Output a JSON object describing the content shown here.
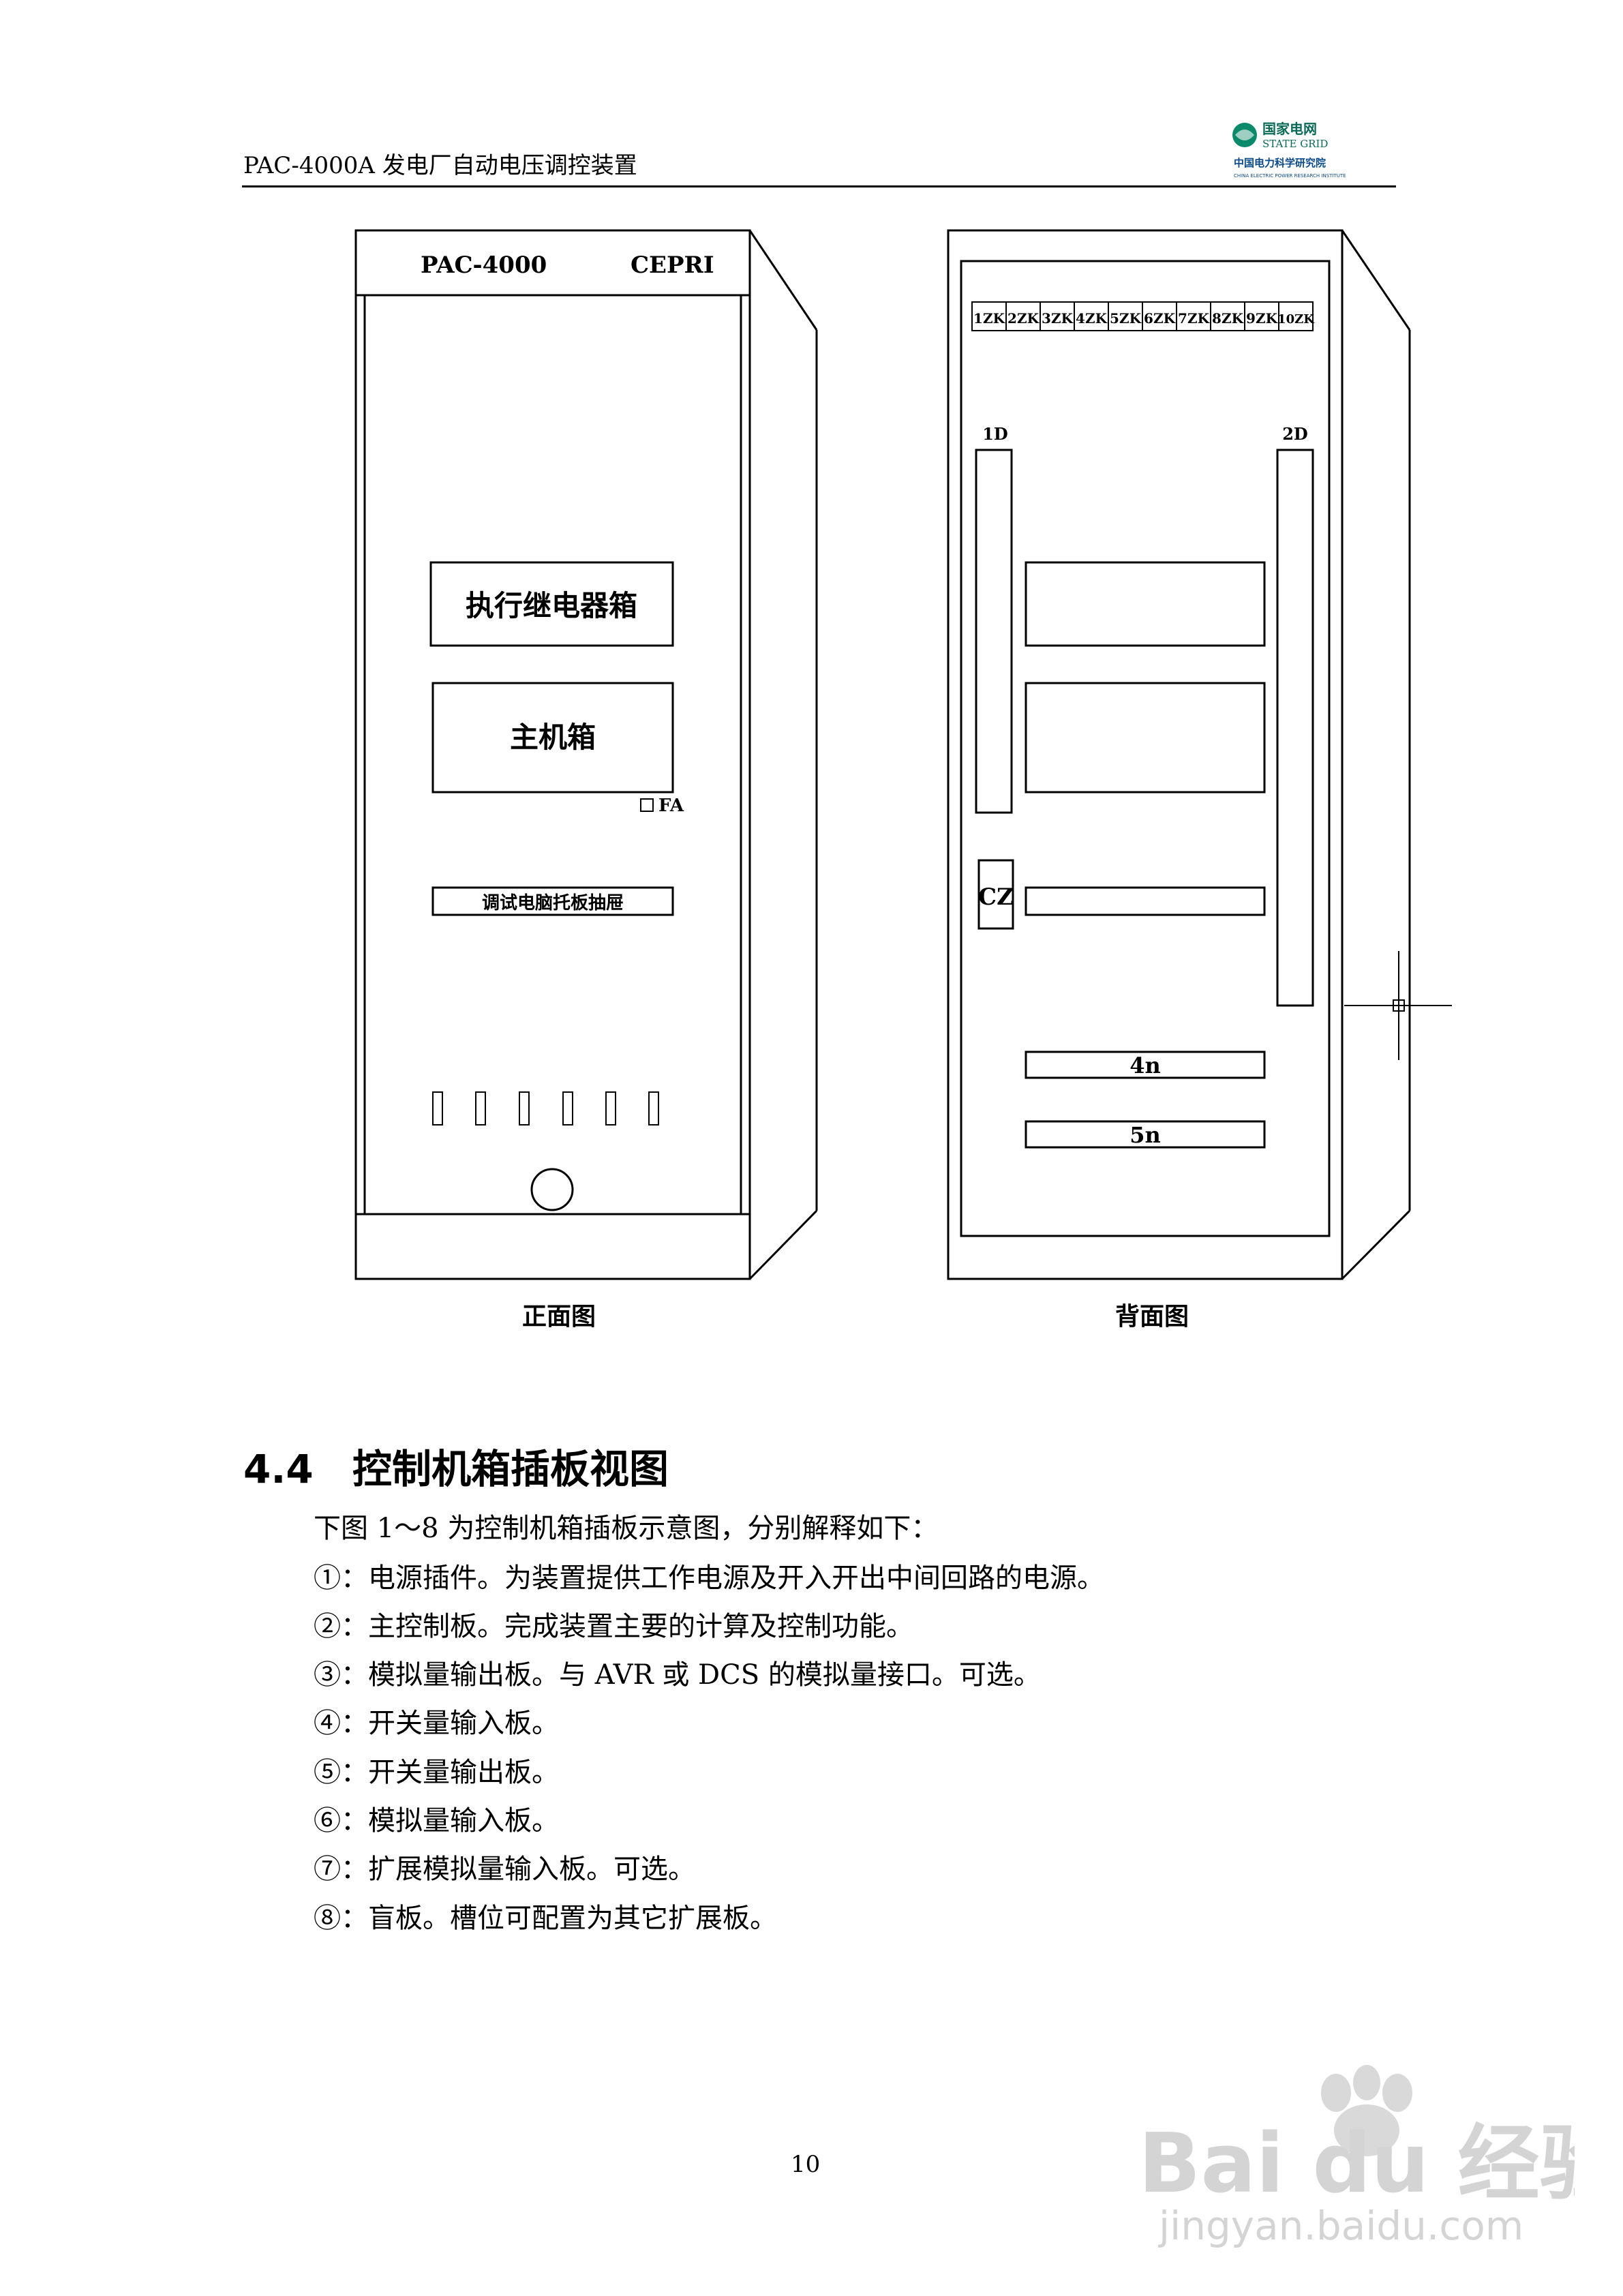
{
  "header": {
    "title": "PAC-4000A 发电厂自动电压调控装置",
    "logo_line1": "国家电网",
    "logo_line2": "STATE GRID",
    "logo_line3": "中国电力科学研究院",
    "logo_line4": "CHINA ELECTRIC POWER RESEARCH INSTITUTE"
  },
  "front_view": {
    "brand_left": "PAC-4000",
    "brand_right": "CEPRI",
    "box1": "执行继电器箱",
    "box2": "主机箱",
    "fa_label": "FA",
    "tray_label": "调试电脑托板抽屉",
    "caption": "正面图"
  },
  "back_view": {
    "breakers": [
      "1ZK",
      "2ZK",
      "3ZK",
      "4ZK",
      "5ZK",
      "6ZK",
      "7ZK",
      "8ZK",
      "9ZK",
      "10ZK"
    ],
    "strip_left": "1D",
    "strip_right": "2D",
    "cz_label": "CZ",
    "box_4n": "4n",
    "box_5n": "5n",
    "caption": "背面图"
  },
  "section": {
    "number": "4.4",
    "title": "控制机箱插板视图",
    "intro": "下图 1～8 为控制机箱插板示意图，分别解释如下：",
    "items": [
      "①：电源插件。为装置提供工作电源及开入开出中间回路的电源。",
      "②：主控制板。完成装置主要的计算及控制功能。",
      "③：模拟量输出板。与 AVR 或 DCS 的模拟量接口。可选。",
      "④：开关量输入板。",
      "⑤：开关量输出板。",
      "⑥：模拟量输入板。",
      "⑦：扩展模拟量输入板。可选。",
      "⑧：盲板。槽位可配置为其它扩展板。"
    ]
  },
  "page_number": "10",
  "watermark": {
    "brand": "Bai du 经验",
    "url": "jingyan.baidu.com"
  }
}
